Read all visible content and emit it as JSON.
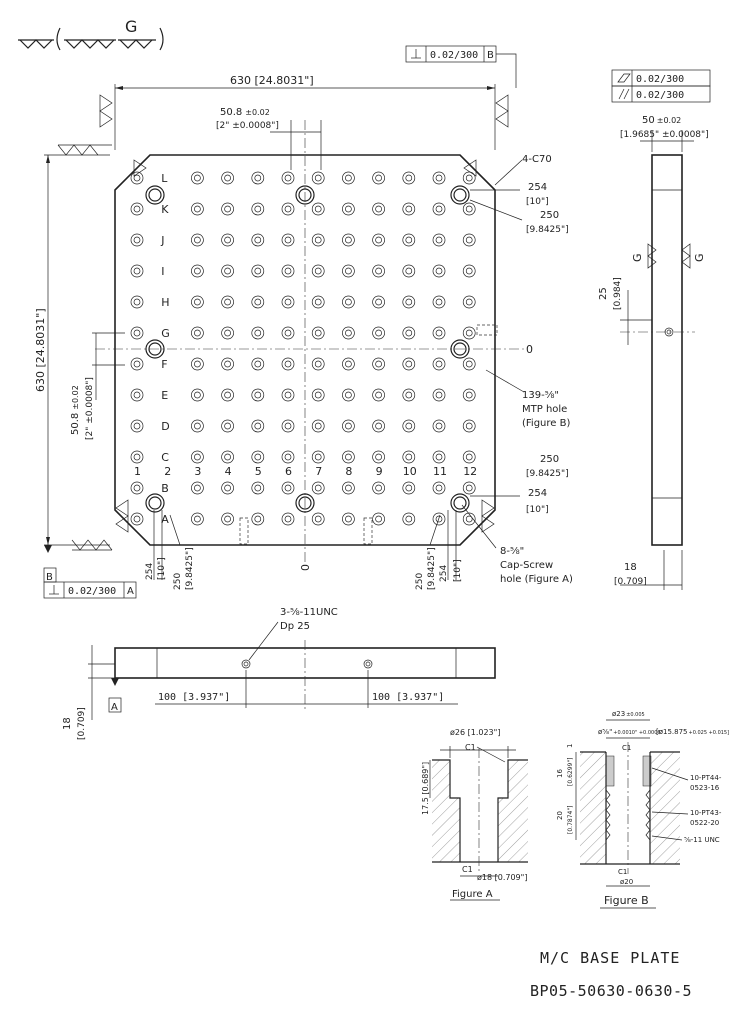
{
  "title": "M/C BASE PLATE",
  "part_number": "BP05-50630-0630-5",
  "surface_finish": {
    "symbol_g": "G"
  },
  "row_labels": [
    "L",
    "K",
    "J",
    "I",
    "H",
    "G",
    "F",
    "E",
    "D",
    "C",
    "B",
    "A"
  ],
  "col_labels": [
    "1",
    "2",
    "3",
    "4",
    "5",
    "6",
    "7",
    "8",
    "9",
    "10",
    "11",
    "12"
  ],
  "top_view": {
    "width_dim": "630 [24.8031\"]",
    "height_dim": "630 [24.8031\"]",
    "pitch_top_a": "50.8",
    "pitch_top_b": "±0.02",
    "pitch_top_in": "[2\" ±0.0008\"]",
    "pitch_left_a": "50.8",
    "pitch_left_b": "±0.02",
    "pitch_left_in": "[2\" ±0.0008\"]",
    "chamfer": "4-C70",
    "dim_254_a": "254",
    "dim_254_a_in": "[10\"]",
    "dim_250_a": "250",
    "dim_250_a_in": "[9.8425\"]",
    "dim_250_b": "250",
    "dim_250_b_in": "[9.8425\"]",
    "dim_254_b": "254",
    "dim_254_b_in": "[10\"]",
    "mtp_note_1": "139-⅝\"",
    "mtp_note_2": "MTP hole",
    "mtp_note_3": "(Figure B)",
    "cap_note_1": "8-⅝\"",
    "cap_note_2": "Cap-Screw",
    "cap_note_3": "hole (Figure A)",
    "bl_254": "254",
    "bl_254_in": "[10\"]",
    "bl_250": "250",
    "bl_250_in": "[9.8425\"]",
    "br_250": "250",
    "br_250_in": "[9.8425\"]",
    "br_254": "254",
    "br_254_in": "[10\"]",
    "zero_h": "0",
    "zero_v": "0",
    "datum_b": "B",
    "tol_top": "0.02/300",
    "tol_top_datum": "B",
    "tol_bottom": "0.02/300",
    "tol_bottom_datum": "A"
  },
  "side_view": {
    "flatness": "0.02/300",
    "parallel": "0.02/300",
    "thick_a": "50",
    "thick_b": "±0.02",
    "thick_in": "[1.9685\" ±0.0008\"]",
    "dim_25": "25",
    "dim_25_in": "[0.984]",
    "dim_18": "18",
    "dim_18_in": "[0.709]"
  },
  "front_view": {
    "thread_note_1": "3-⅝-11UNC",
    "thread_note_2": "Dp 25",
    "dim_100_left": "100 [3.937\"]",
    "dim_100_right": "100 [3.937\"]",
    "dim_18": "18",
    "dim_18_in": "[0.709]",
    "datum_a": "A"
  },
  "figure_a": {
    "label": "Figure A",
    "dia_top": "ø26 [1.023\"]",
    "c1_top": "C1",
    "c1_bottom": "C1",
    "depth": "17.5 [0.689\"]",
    "dia_bottom": "ø18 [0.709\"]"
  },
  "figure_b": {
    "label": "Figure B",
    "dia_top": "ø23",
    "dia_top_tol": "±0.005",
    "dia_b": "ø⅝\"",
    "dia_b_tol": "+0.0010\" +0.0006\"",
    "dia_b_mm": "[ø15.875",
    "dia_b_mm_tol": "+0.025 +0.015]",
    "c1_top": "C1",
    "dim_1": "1",
    "dim_16": "16",
    "dim_16_in": "[0.6299\"]",
    "dim_20": "20",
    "dim_20_in": "[0.7874\"]",
    "part_1a": "10-PT44-",
    "part_1b": "0523-16",
    "part_2a": "10-PT43-",
    "part_2b": "0522-20",
    "thread": "⅝-11 UNC",
    "c1_bottom": "C1",
    "dia_bottom": "ø20"
  }
}
